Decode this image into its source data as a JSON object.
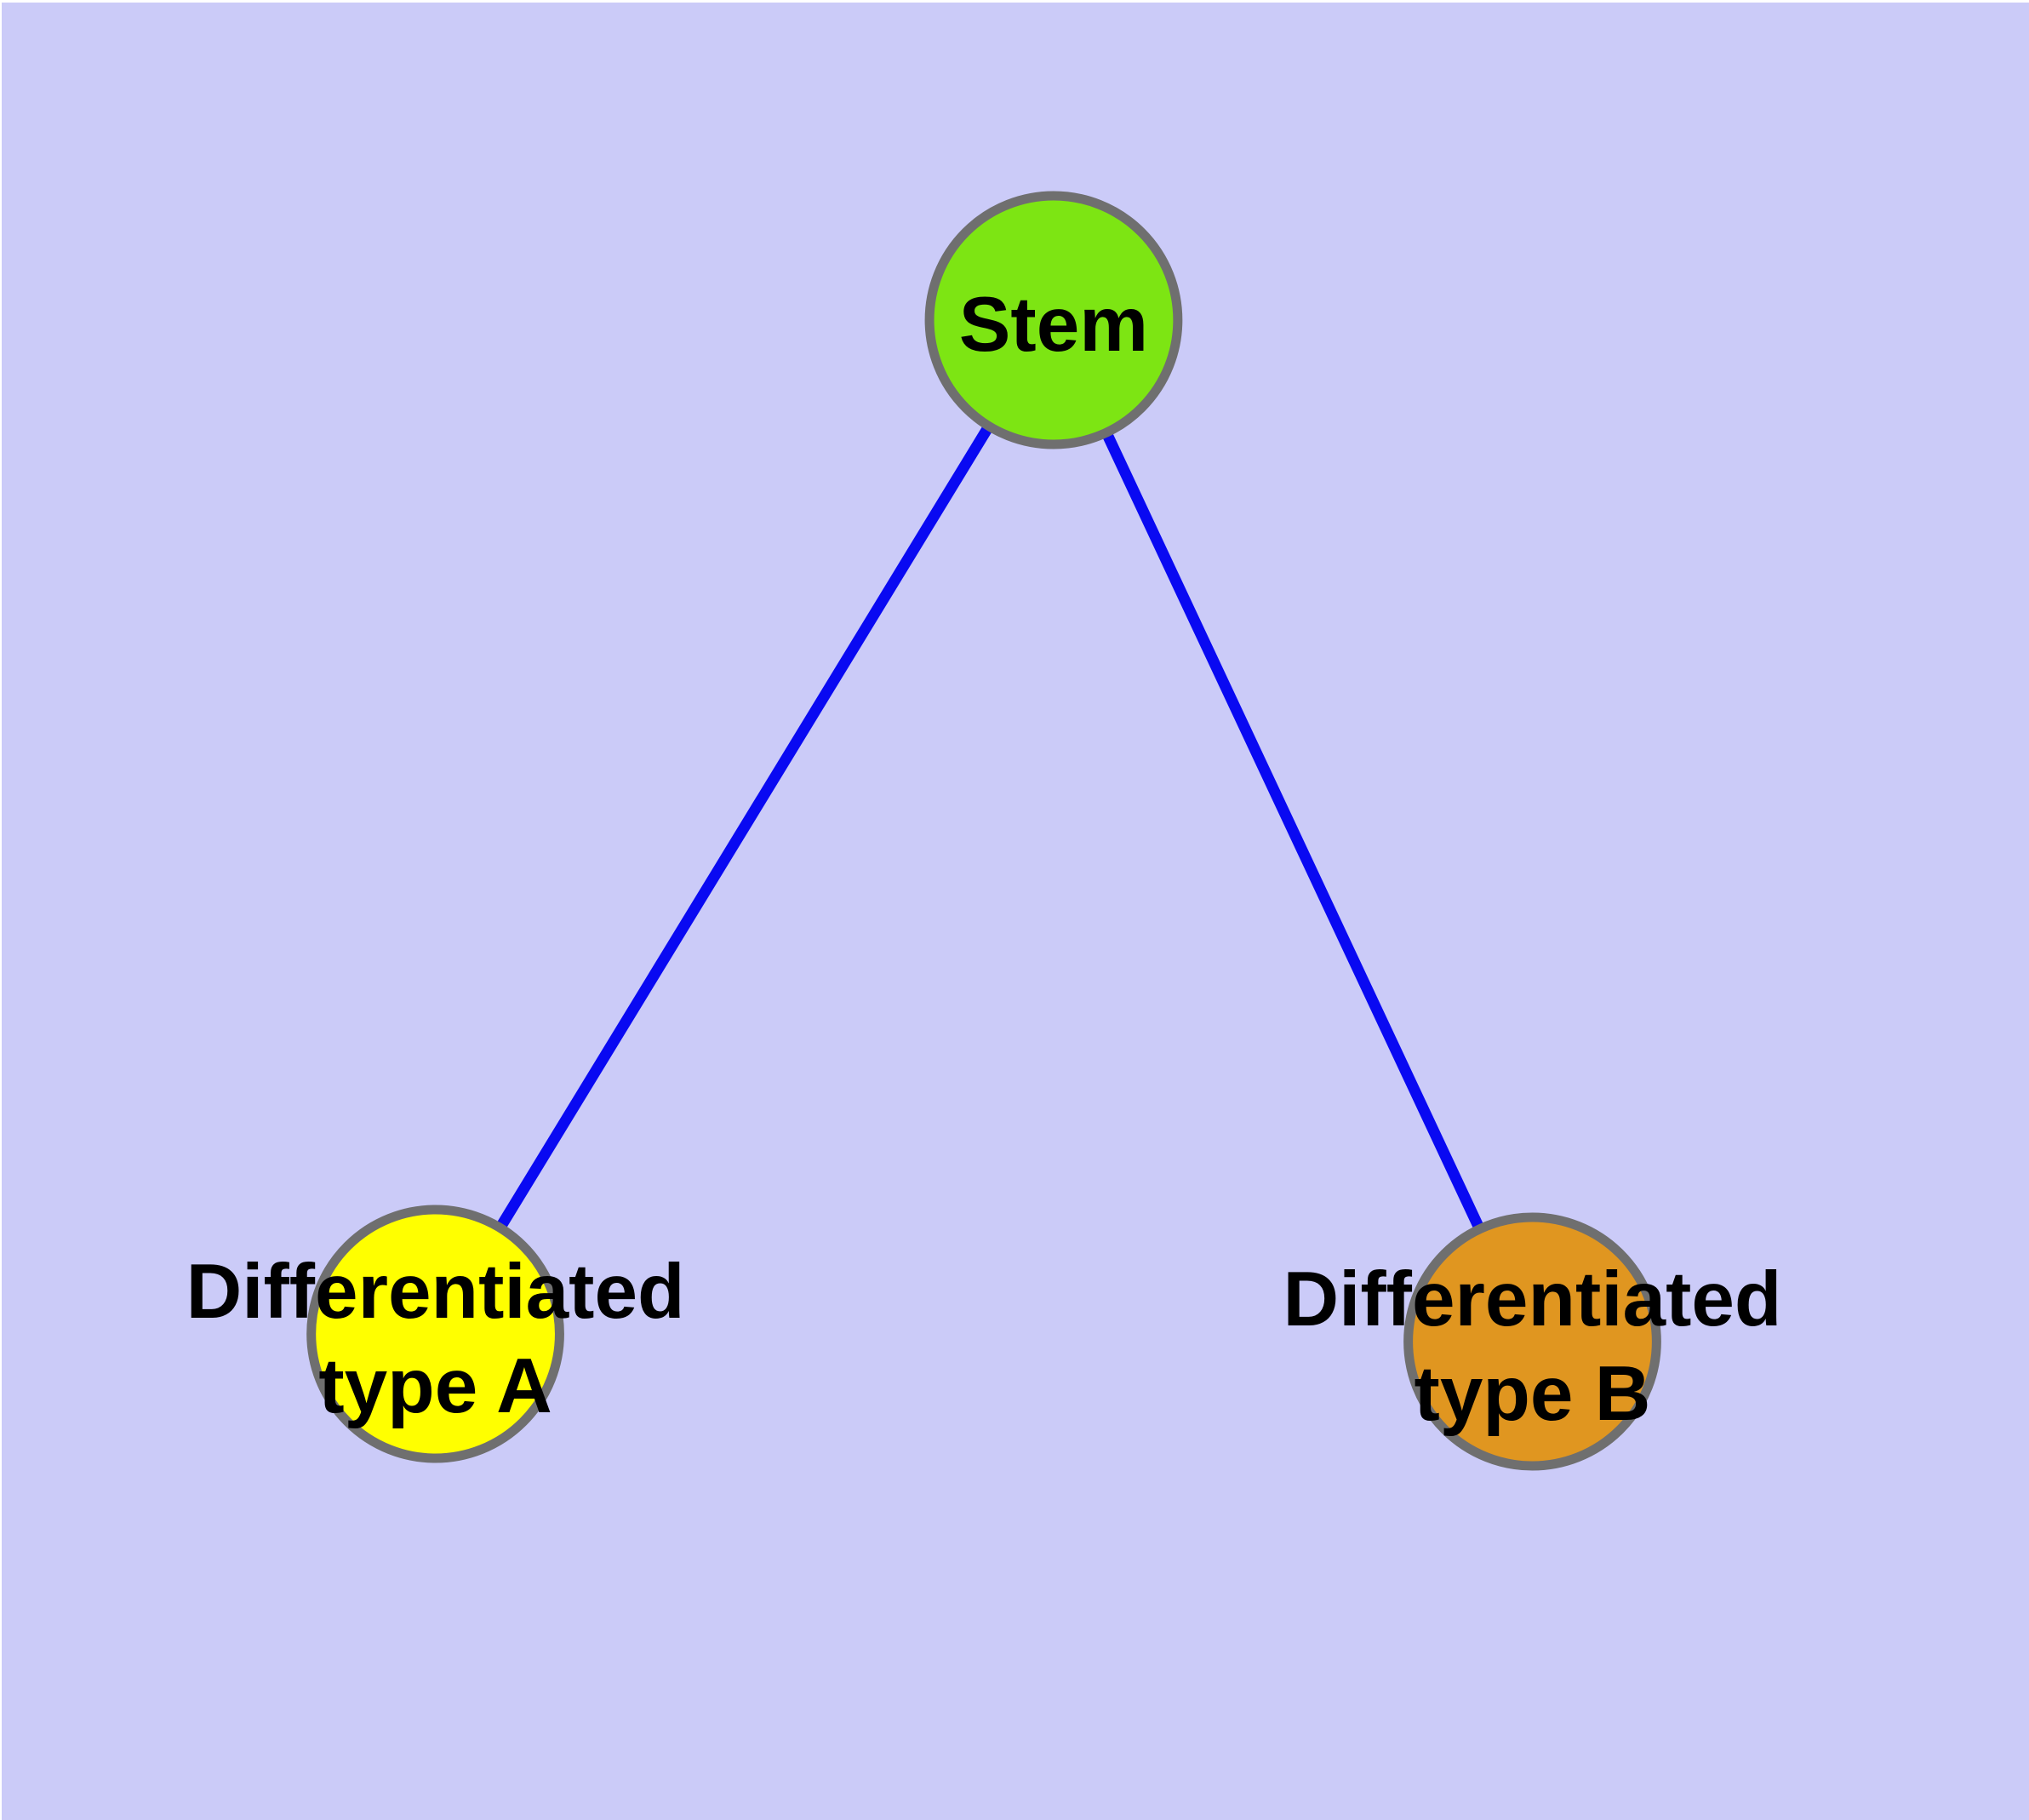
{
  "style": {
    "background_color": "#cbcbf8",
    "page_edge_color": "#ffffff",
    "node_border_color": "#6f6f6f",
    "edge_color": "#0909f2",
    "label_color": "#000000"
  },
  "graph": {
    "nodes": [
      {
        "id": "stem",
        "label": "Stem",
        "lines": [
          "Stem"
        ],
        "color": "#7de513"
      },
      {
        "id": "differentiated-type-a",
        "label": "Differentiated type A",
        "lines": [
          "Differentiated",
          "type A"
        ],
        "color": "#ffff00"
      },
      {
        "id": "differentiated-type-b",
        "label": "Differentiated type B",
        "lines": [
          "Differentiated",
          "type B"
        ],
        "color": "#e09620"
      }
    ],
    "edges": [
      {
        "from": "stem",
        "to": "differentiated-type-a"
      },
      {
        "from": "stem",
        "to": "differentiated-type-b"
      }
    ]
  }
}
